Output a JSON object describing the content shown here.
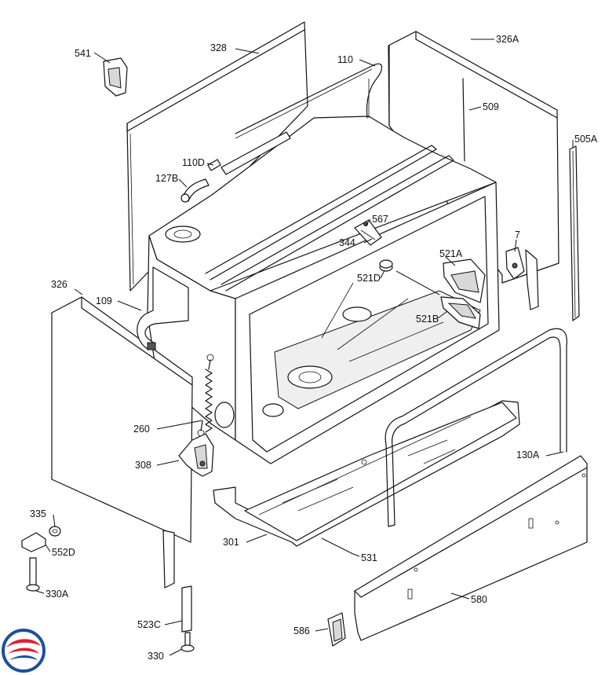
{
  "labels": {
    "p541": "541",
    "p328": "328",
    "p110": "110",
    "p326a": "326A",
    "p509": "509",
    "p505a": "505A",
    "p110d": "110D",
    "p127b": "127B",
    "p567": "567",
    "p344": "344",
    "p7": "7",
    "p521a": "521A",
    "p521d": "521D",
    "p326": "326",
    "p109": "109",
    "p521b": "521B",
    "p260": "260",
    "p308": "308",
    "p130a": "130A",
    "p335": "335",
    "p552d": "552D",
    "p301": "301",
    "p531": "531",
    "p330a": "330A",
    "p580": "580",
    "p523c": "523C",
    "p586": "586",
    "p330": "330"
  },
  "colors": {
    "logo_red": "#d9232e",
    "logo_blue": "#1d4f9c"
  },
  "icons": {
    "logo": "swirl-logo-icon"
  }
}
